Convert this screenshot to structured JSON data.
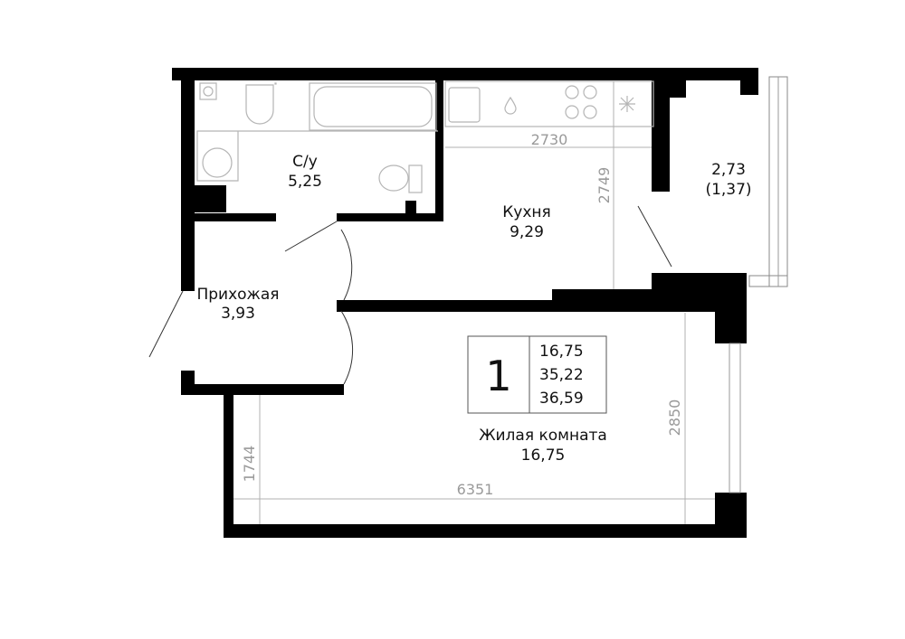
{
  "rooms": {
    "bathroom": {
      "name": "С/у",
      "area": "5,25"
    },
    "kitchen": {
      "name": "Кухня",
      "area": "9,29"
    },
    "balcony": {
      "area": "2,73",
      "reduced_area": "(1,37)"
    },
    "hallway": {
      "name": "Прихожая",
      "area": "3,93"
    },
    "living": {
      "name": "Жилая комната",
      "area": "16,75"
    }
  },
  "dimensions": {
    "kitchen_width": "2730",
    "kitchen_depth": "2749",
    "living_width": "6351",
    "living_depth": "2850",
    "living_left": "1744"
  },
  "summary": {
    "rooms_count": "1",
    "living_area": "16,75",
    "total_area": "35,22",
    "total_with_balcony": "36,59"
  }
}
